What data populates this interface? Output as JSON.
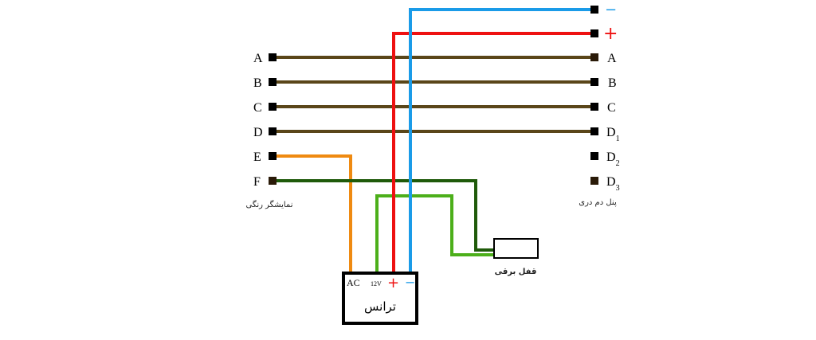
{
  "left_panel": {
    "terminals": [
      "A",
      "B",
      "C",
      "D",
      "E",
      "F"
    ],
    "caption": "نمایشگر رنگی"
  },
  "right_panel": {
    "power_terminals": [
      "−",
      "+"
    ],
    "terminals": [
      {
        "main": "A",
        "sub": ""
      },
      {
        "main": "B",
        "sub": ""
      },
      {
        "main": "C",
        "sub": ""
      },
      {
        "main": "D",
        "sub": "1"
      },
      {
        "main": "D",
        "sub": "2"
      },
      {
        "main": "D",
        "sub": "3"
      }
    ],
    "caption": "پنل دم دری"
  },
  "transformer": {
    "ac_label": "AC",
    "v_label": "12V",
    "plus": "+",
    "minus": "−",
    "title": "ترانس"
  },
  "lock": {
    "caption": "قفل برقی"
  },
  "colors": {
    "blue": "#1a9be8",
    "red": "#ee1111",
    "brown": "#5a4619",
    "orange": "#ef8a11",
    "light_green": "#4caf1a",
    "dark_green": "#1f5a0a"
  }
}
